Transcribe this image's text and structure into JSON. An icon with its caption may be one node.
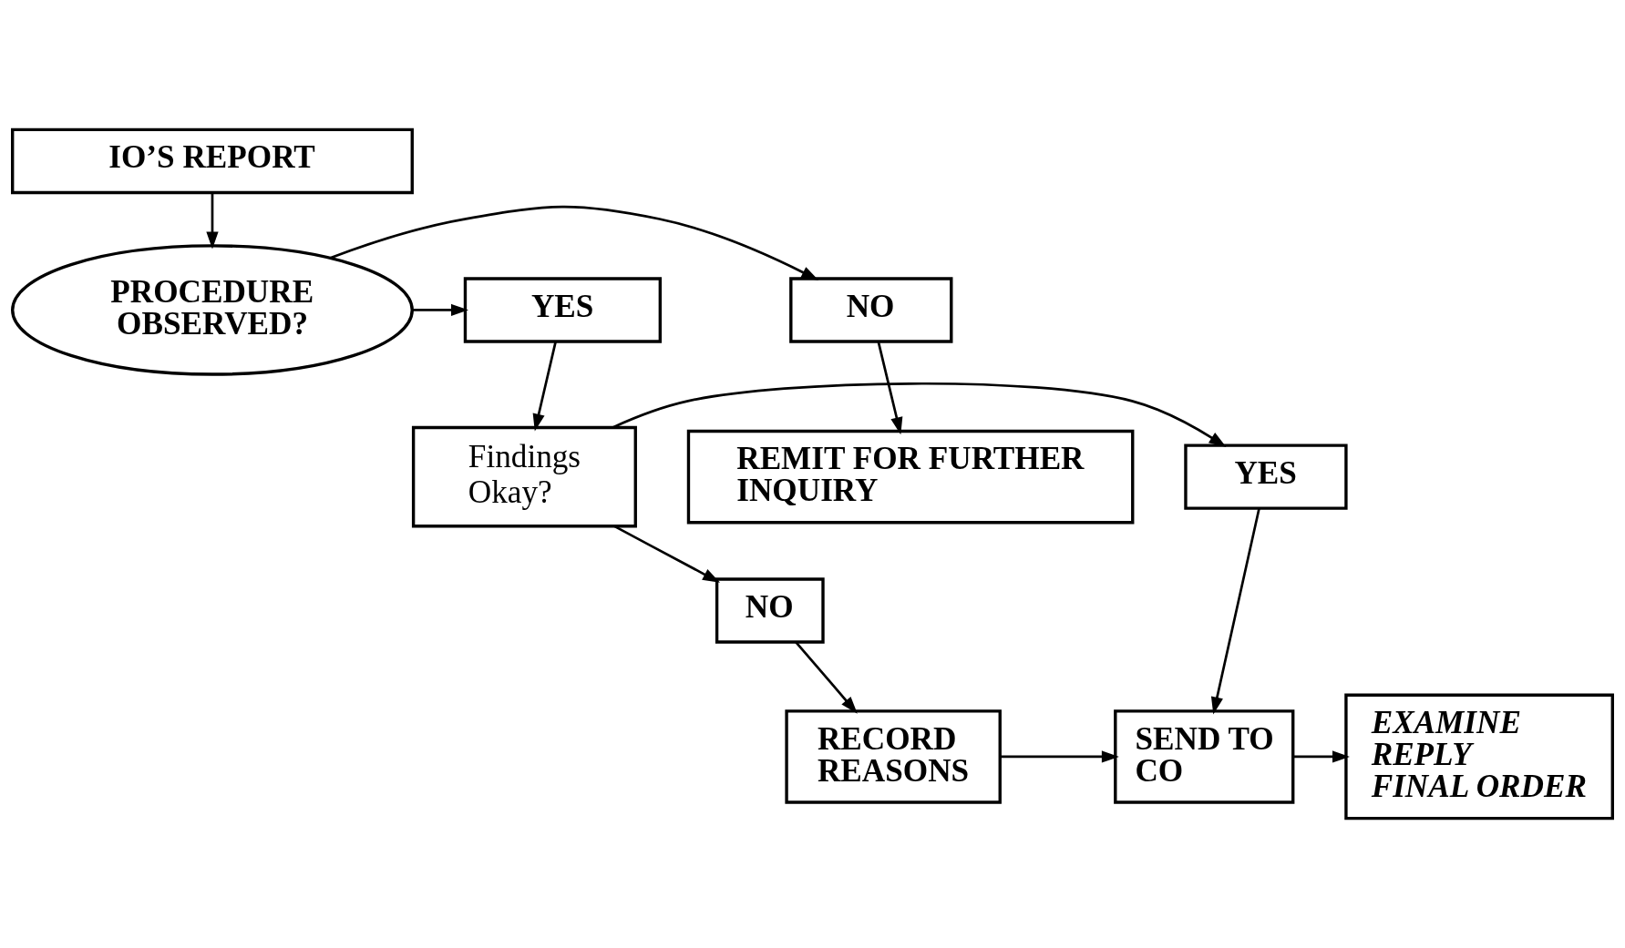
{
  "diagram": {
    "nodes": [
      {
        "text": [
          "IO’S REPORT"
        ]
      },
      {
        "text": [
          "PROCEDURE OBSERVED?"
        ]
      },
      {
        "text": [
          "NO"
        ]
      },
      {
        "text": [
          "YES"
        ]
      },
      {
        "text": [
          "REMIT FOR FURTHER INQUIRY"
        ]
      },
      {
        "text": [
          "YES"
        ]
      },
      {
        "text": [
          "Findings Okay?"
        ]
      },
      {
        "text": [
          "EXAMINE REPLY FINAL ORDER"
        ]
      },
      {
        "text": [
          "SEND TO CO"
        ]
      },
      {
        "text": [
          "NO"
        ]
      },
      {
        "text": [
          "RECORD REASONS"
        ]
      }
    ],
    "edges": [
      {
        "from": 0,
        "to": 1,
        "arrow": "to"
      },
      {
        "from": 1,
        "to": 2,
        "arrow": "to"
      },
      {
        "from": 1,
        "to": 3,
        "arrow": "to"
      },
      {
        "from": 2,
        "to": 4,
        "arrow": "to"
      },
      {
        "from": 3,
        "to": 6,
        "arrow": "to"
      },
      {
        "from": 6,
        "to": 5,
        "arrow": "to"
      },
      {
        "from": 5,
        "to": 8,
        "arrow": "to"
      },
      {
        "from": 6,
        "to": 9,
        "arrow": "to"
      },
      {
        "from": 9,
        "to": 10,
        "arrow": "to"
      },
      {
        "from": 10,
        "to": 8,
        "arrow": "to"
      },
      {
        "from": 8,
        "to": 7,
        "arrow": "to"
      }
    ]
  }
}
